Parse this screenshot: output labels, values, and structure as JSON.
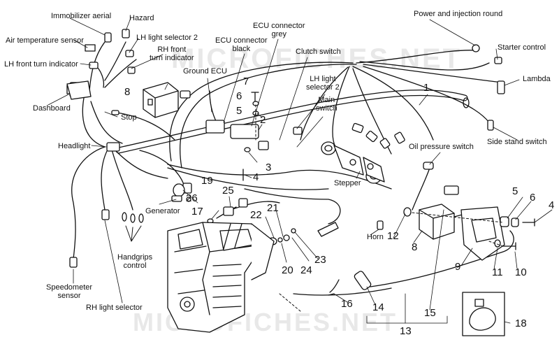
{
  "watermark": "MICROFICHES.NET",
  "labels": {
    "immobilizer_aerial": "Immobilizer aerial",
    "hazard": "Hazard",
    "air_temperature_sensor": "Air temperature sensor",
    "lh_light_selector_2_top": "LH light selector 2",
    "rh_front_turn_indicator_1": "RH front",
    "rh_front_turn_indicator_2": "turn indicator",
    "lh_front_turn_indicator": "LH front turn indicator",
    "ecu_connector_black_1": "ECU connector",
    "ecu_connector_black_2": "black",
    "ecu_connector_grey_1": "ECU connector",
    "ecu_connector_grey_2": "grey",
    "clutch_switch": "Clutch switch",
    "power_and_injection_round": "Power and injection round",
    "starter_control": "Starter control",
    "lambda": "Lambda",
    "side_stand_switch": "Side stand switch",
    "ground_ecu": "Ground ECU",
    "lh_light_selector_2_mid_1": "LH light",
    "lh_light_selector_2_mid_2": "selector 2",
    "main_switch_1": "Main",
    "main_switch_2": "switch",
    "dashboard": "Dashboard",
    "stop": "Stop",
    "headlight": "Headlight",
    "oil_pressure_switch": "Oil pressure switch",
    "stepper": "Stepper",
    "generator": "Generator",
    "horn": "Horn",
    "handgrips_control_1": "Handgrips",
    "handgrips_control_2": "control",
    "speedometer_sensor_1": "Speedometer",
    "speedometer_sensor_2": "sensor",
    "rh_light_selector": "RH light selector"
  },
  "callouts": {
    "n1": "1",
    "n2": "2",
    "n3": "3",
    "n4a": "4",
    "n4b": "4",
    "n5a": "5",
    "n5b": "5",
    "n6a": "6",
    "n6b": "6",
    "n7": "7",
    "n8a": "8",
    "n8b": "8",
    "n9": "9",
    "n10": "10",
    "n11": "11",
    "n12": "12",
    "n13": "13",
    "n14": "14",
    "n15": "15",
    "n16": "16",
    "n17": "17",
    "n18": "18",
    "n19": "19",
    "n20": "20",
    "n21": "21",
    "n22": "22",
    "n23": "23",
    "n24": "24",
    "n25": "25",
    "n26": "26"
  }
}
